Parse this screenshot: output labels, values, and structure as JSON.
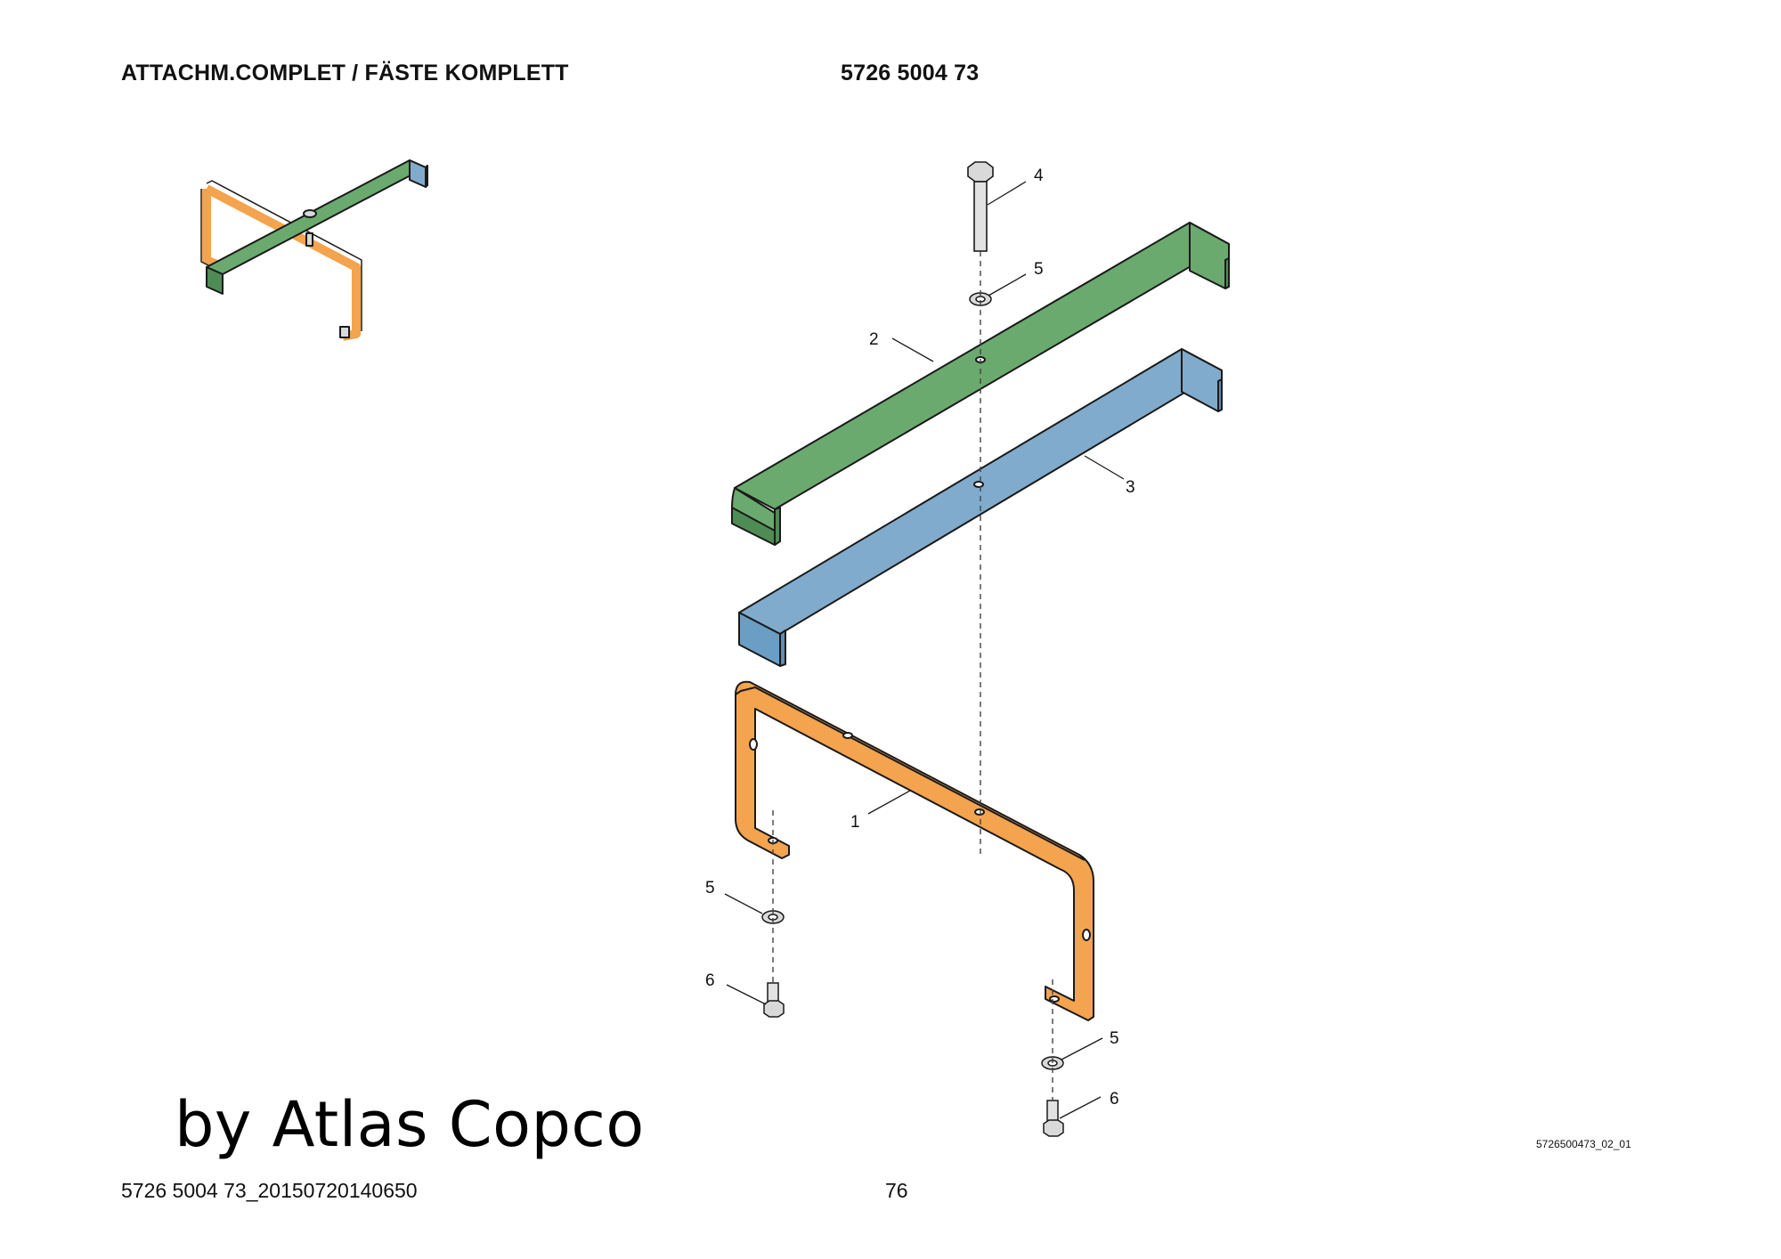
{
  "header": {
    "title": "ATTACHM.COMPLET / FÄSTE KOMPLETT",
    "part_number": "5726 5004 73"
  },
  "callouts": [
    "1",
    "2",
    "3",
    "4",
    "5",
    "5",
    "5",
    "6",
    "6"
  ],
  "watermark": "by Atlas Copco",
  "drawing_id": "5726500473_02_01",
  "footer": {
    "document_id": "5726 5004 73_20150720140650",
    "page": "76"
  },
  "colors": {
    "part1_bracket": "#f4a34e",
    "part2_strip": "#6aaa6e",
    "part3_strip": "#80abcc",
    "fastener": "#d9d9d9",
    "outline": "#1a1a1a"
  }
}
